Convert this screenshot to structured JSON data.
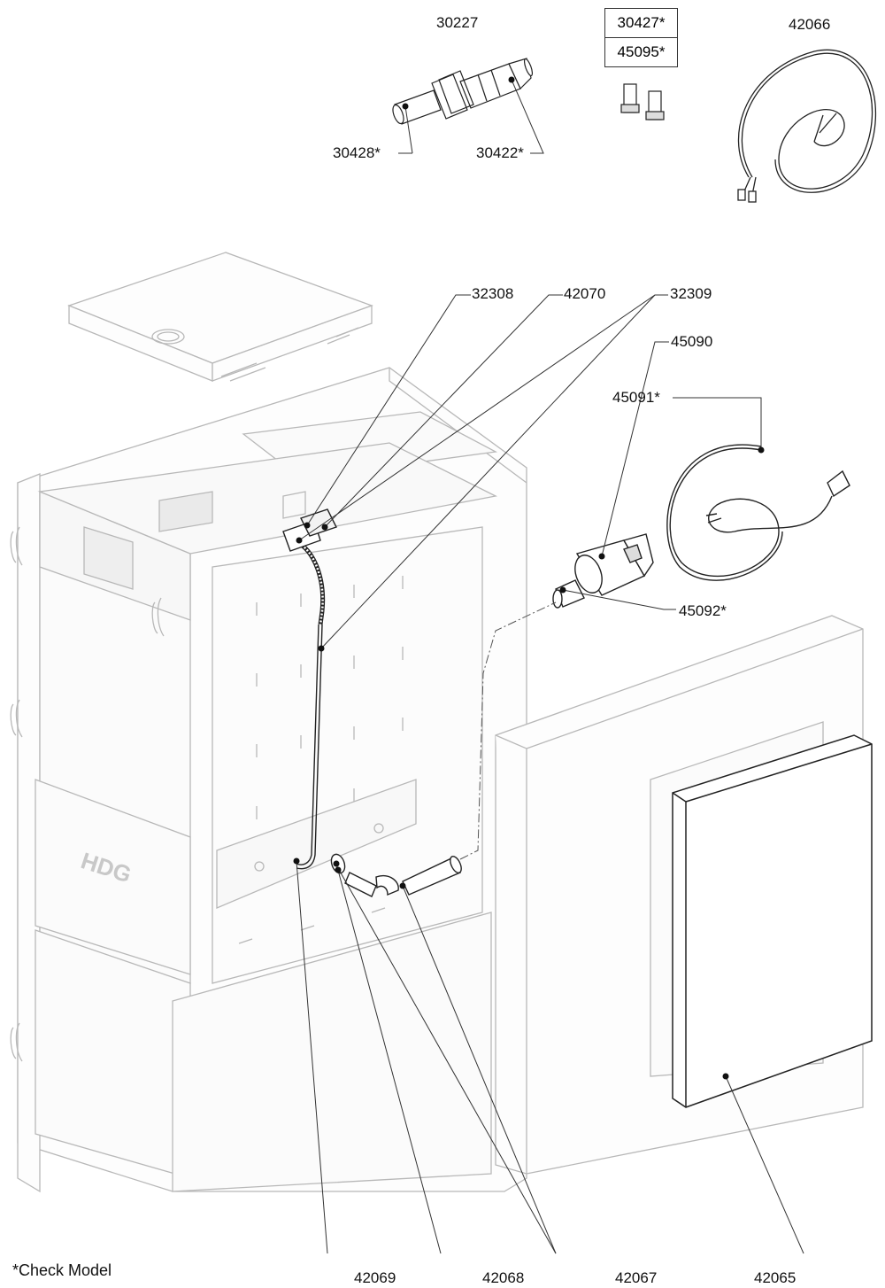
{
  "title_part": "30227",
  "top_parts": {
    "tip_label": "30428*",
    "body_label": "30422*",
    "box_labels": [
      "30427*",
      "45095*"
    ],
    "cable_label": "42066"
  },
  "callouts": {
    "a": "32308",
    "b": "42070",
    "c": "32309",
    "d": "45090",
    "e": "45091*",
    "f": "45092*"
  },
  "bottom_callouts": {
    "a": "42069",
    "b": "42068",
    "c": "42067",
    "d": "42065"
  },
  "brand_mark": "HDG",
  "footnote": "*Check Model",
  "colors": {
    "line": "#222222",
    "ghost": "#b8b8b8",
    "ghost_fill": "#fafafa"
  }
}
